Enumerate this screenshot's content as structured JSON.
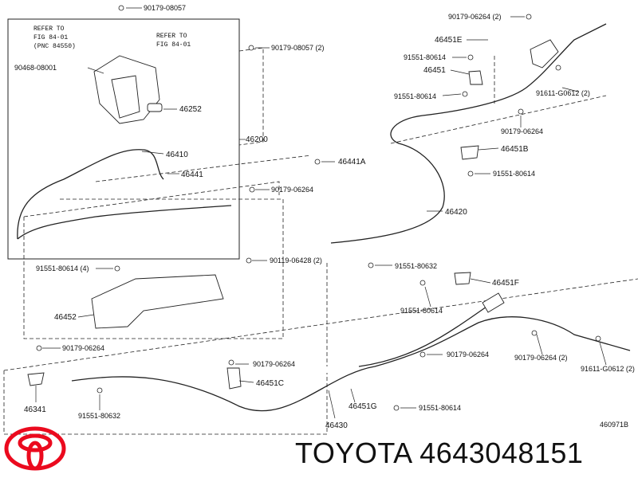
{
  "labels": {
    "p90179_08057_top": "90179-08057",
    "refer1_a": "REFER TO",
    "refer1_b": "FIG 84-01",
    "refer1_c": "(PNC 84550)",
    "refer2_a": "REFER TO",
    "refer2_b": "FIG 84-01",
    "p90179_08057_2": "90179-08057 (2)",
    "p90468_08001": "90468-08001",
    "p46252": "46252",
    "p46200": "46200",
    "p46410": "46410",
    "p46441": "46441",
    "p46441a": "46441A",
    "p90179_06264_mid": "90179-06264",
    "p91551_80614_4": "91551-80614 (4)",
    "p90119_06428_2": "90119-06428 (2)",
    "p46452": "46452",
    "p90179_06264_left": "90179-06264",
    "p90179_06264_2_top": "90179-06264 (2)",
    "p46451e": "46451E",
    "p91551_80614_e": "91551-80614",
    "p46451": "46451",
    "p91551_80614_b": "91551-80614",
    "p91611_g0612_2_top": "91611-G0612 (2)",
    "p90179_06264_top2": "90179-06264",
    "p46451b": "46451B",
    "p91551_80614_c": "91551-80614",
    "p46420": "46420",
    "p91551_80632_a": "91551-80632",
    "p46451f": "46451F",
    "p91551_80614_f": "91551-80614",
    "p90179_06264_low": "90179-06264",
    "p90179_06264_2_low": "90179-06264 (2)",
    "p91611_g0612_2_low": "91611-G0612 (2)",
    "p90179_06264_c": "90179-06264",
    "p46451c": "46451C",
    "p46341": "46341",
    "p91551_80632_b": "91551-80632",
    "p46451g": "46451G",
    "p91551_80614_g": "91551-80614",
    "p46430": "46430"
  },
  "drawing_number": "460971B",
  "brand_text": "TOYOTA 4643048151",
  "colors": {
    "logo": "#eb0a1e",
    "line": "#222222"
  }
}
